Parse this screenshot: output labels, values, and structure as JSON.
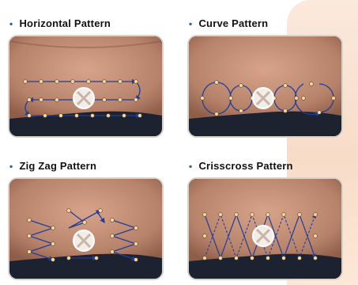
{
  "panels": [
    {
      "title": "Horizontal Pattern",
      "bullet": "▪"
    },
    {
      "title": "Curve Pattern",
      "bullet": "▪"
    },
    {
      "title": "Zig Zag Pattern",
      "bullet": "▪"
    },
    {
      "title": "Crisscross Pattern",
      "bullet": "▪"
    }
  ],
  "colors": {
    "skin": "#b7826a",
    "skin_light": "#cf9c84",
    "pants": "#1c2230",
    "arrow": "#1f3f9a",
    "dot": "#f1d8a0",
    "navel_circle": "#ffffff"
  },
  "icons": [
    "navel-x-marker-icon",
    "injection-dot-icon",
    "direction-arrow-icon"
  ]
}
